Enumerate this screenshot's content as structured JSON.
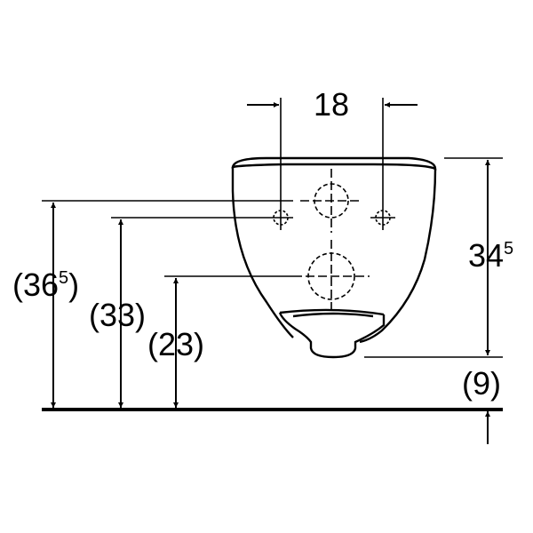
{
  "drawing": {
    "dimensions": {
      "width_holes": {
        "value": "18"
      },
      "height_right": {
        "main": "34",
        "sup": "5"
      },
      "offset_floor": {
        "value": "(9)"
      },
      "height_outer": {
        "open": "(36",
        "sup": "5",
        "close": ")"
      },
      "height_mid": {
        "value": "(33)"
      },
      "height_inner": {
        "value": "(23)"
      }
    }
  }
}
